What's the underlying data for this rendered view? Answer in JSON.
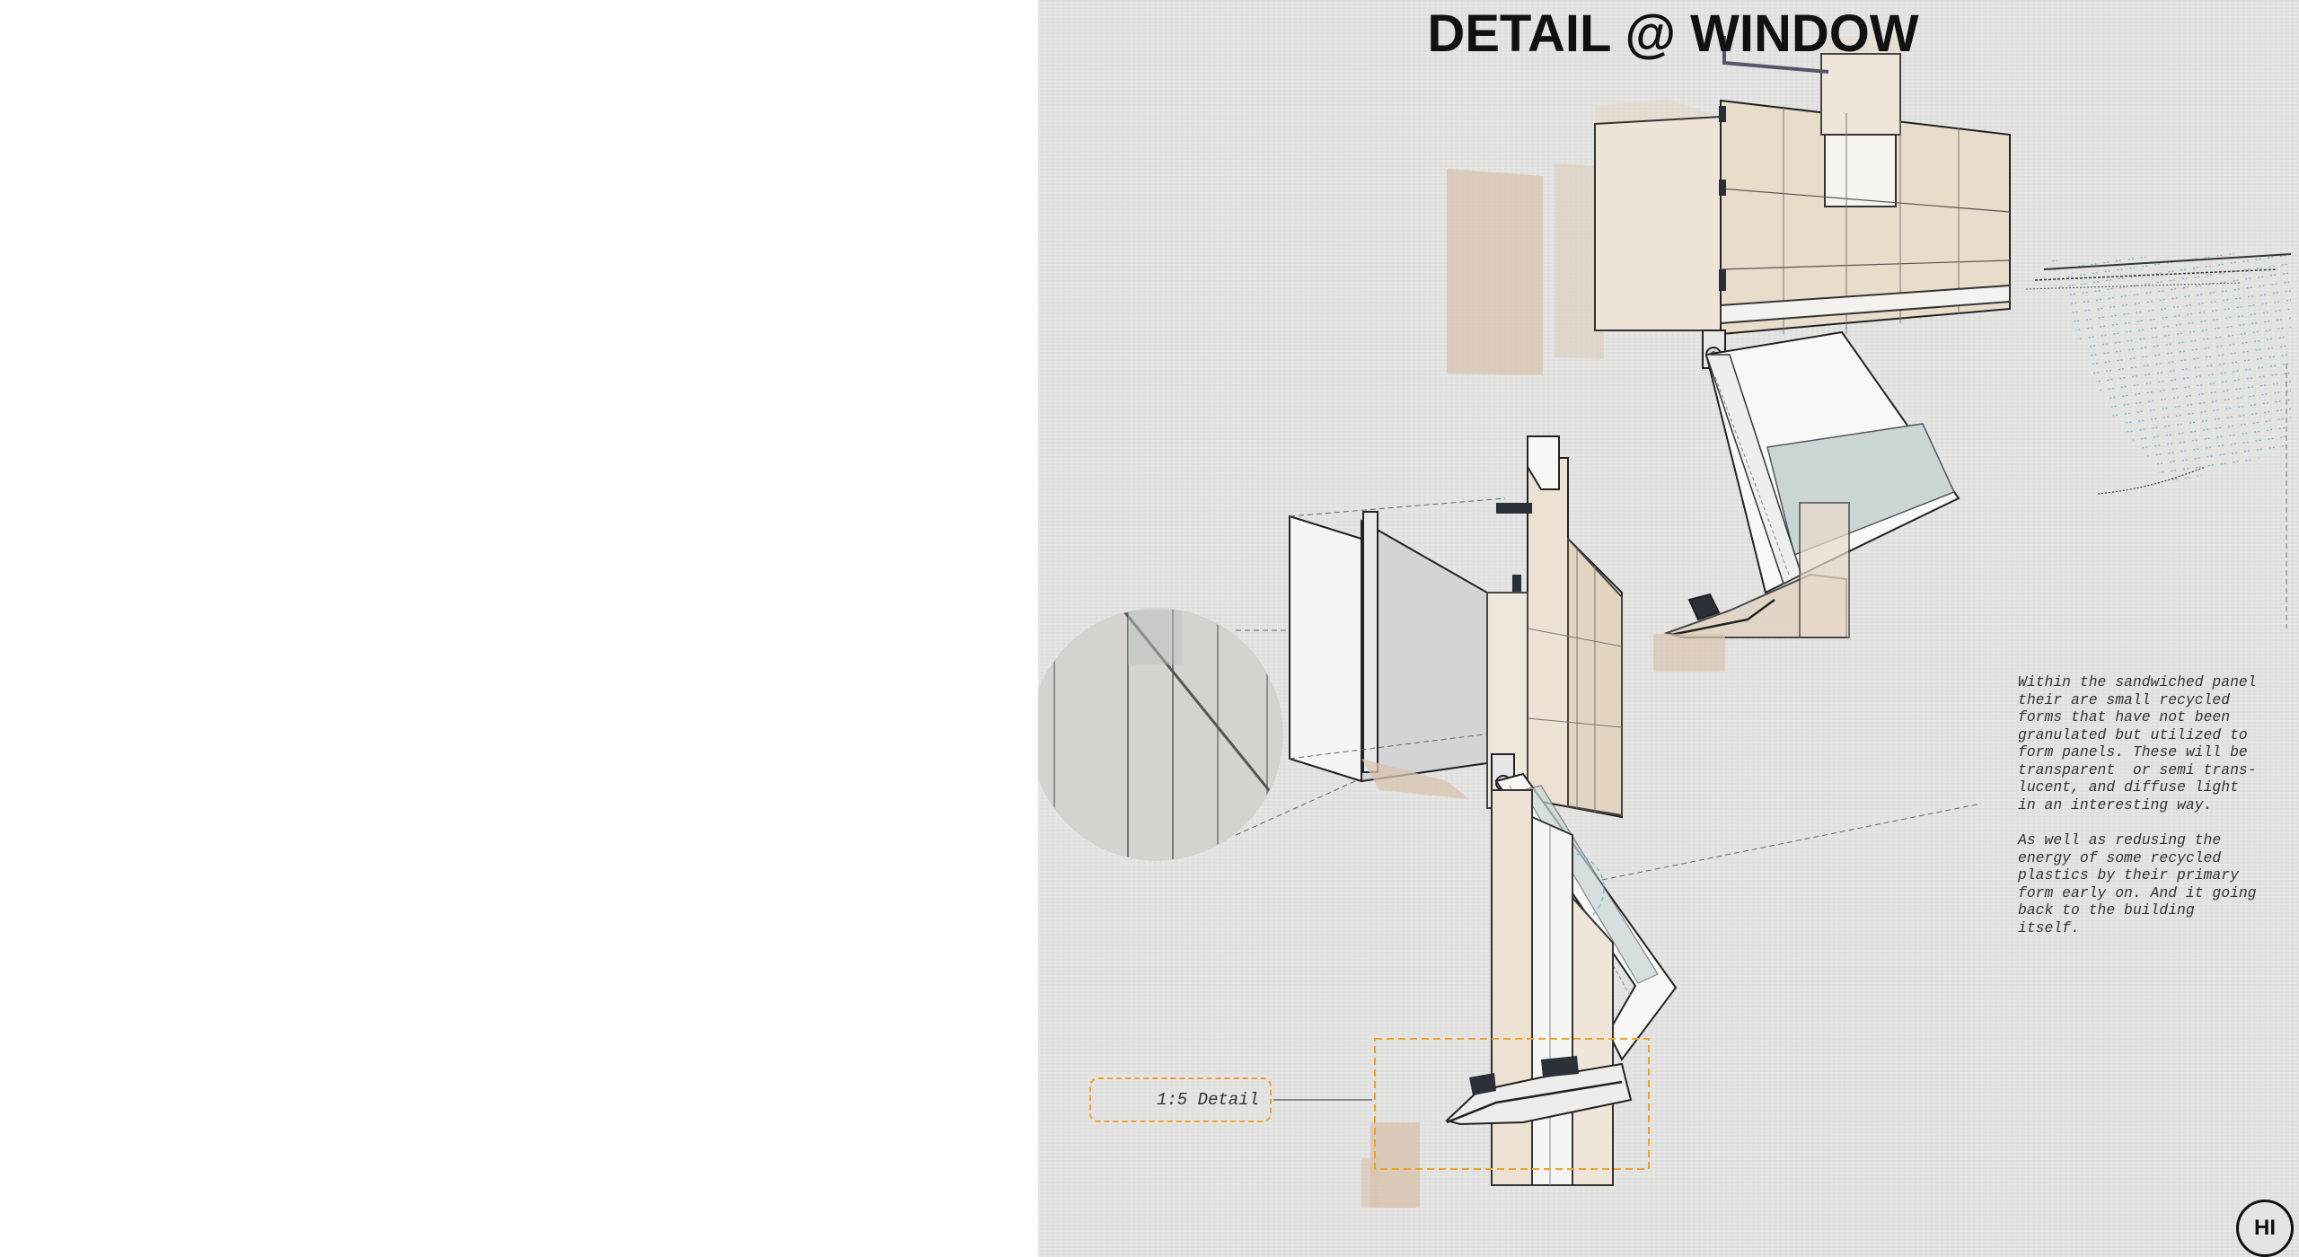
{
  "sheet": {
    "title": "DETAIL @ WINDOW",
    "logo_text": "HI",
    "scale_label": "1:5 Detail"
  },
  "notes": {
    "paragraph_1": "Within the sandwiched panel\ntheir are small recycled\nforms that have not been\ngranulated but utilized to\nform panels. These will be\ntransparent  or semi trans-\nlucent, and diffuse light\nin an interesting way.",
    "paragraph_2": "As well as redusing the\nenergy of some recycled\nplastics by their primary\nform early on. And it going\nback to the building\nitself."
  },
  "colors": {
    "sheet_background": "#e4e4e3",
    "linework": "#222222",
    "timber_tone": "#d9c7b2",
    "glass_tone": "#c9d6d3",
    "highlight_dash": "#f0a030",
    "hatch_blue": "#4aa8d8"
  }
}
